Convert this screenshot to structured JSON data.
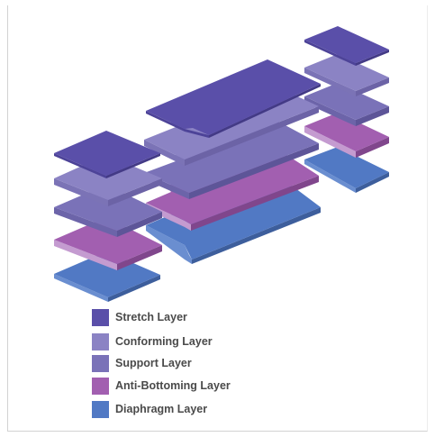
{
  "diagram": {
    "layers": [
      {
        "id": "stretch",
        "label": "Stretch Layer",
        "top": "#5a4fa9",
        "side": "#433a86",
        "front": "#4d4398"
      },
      {
        "id": "conforming",
        "label": "Conforming Layer",
        "top": "#8b83c4",
        "side": "#6c63a6",
        "front": "#7b73b6"
      },
      {
        "id": "support",
        "label": "Support Layer",
        "top": "#7a72b8",
        "side": "#5d5598",
        "front": "#6c64a9"
      },
      {
        "id": "anti-bottoming",
        "label": "Anti-Bottoming Layer",
        "top": "#a25fb0",
        "side": "#80468c",
        "front": "#c49bd0"
      },
      {
        "id": "diaphragm",
        "label": "Diaphragm Layer",
        "top": "#5179c4",
        "side": "#3d5e9c",
        "front": "#6a8ed0"
      }
    ]
  }
}
